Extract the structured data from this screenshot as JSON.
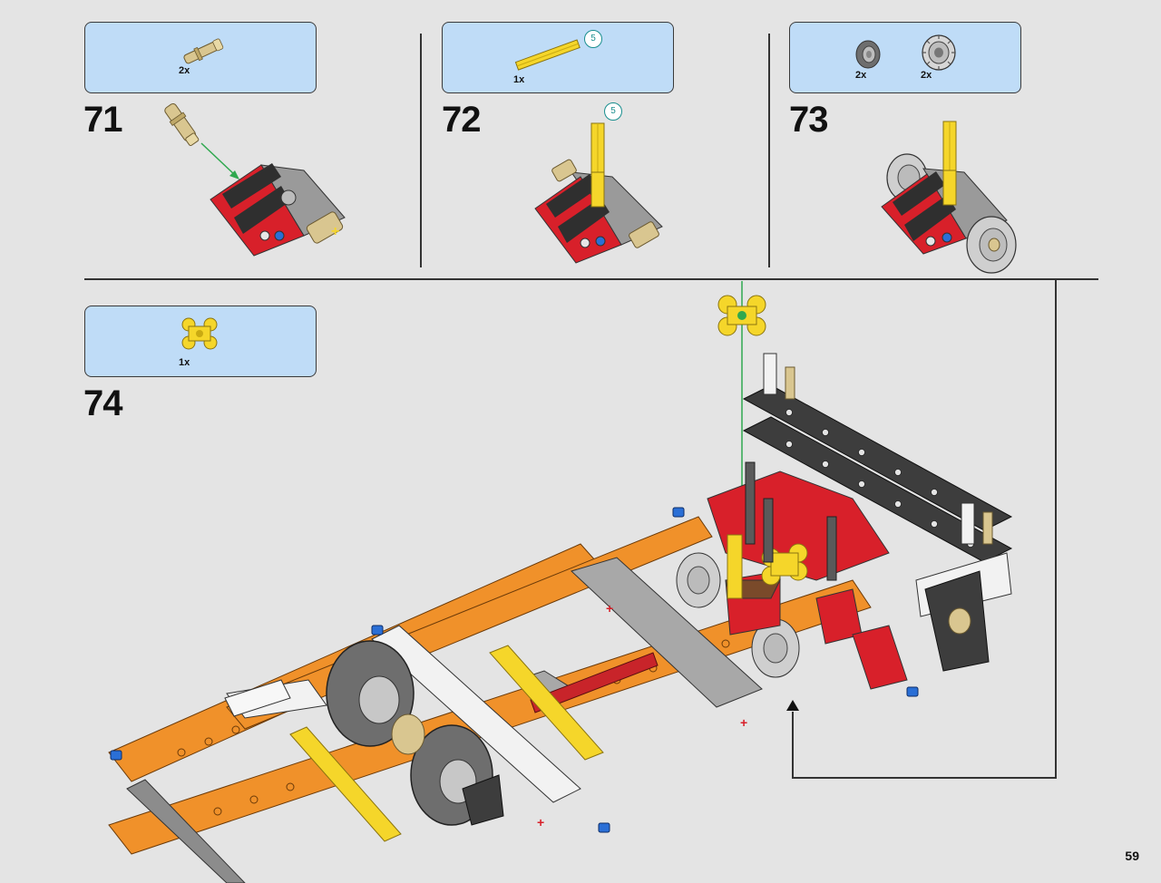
{
  "page": {
    "number": "59"
  },
  "steps": [
    {
      "number": "71",
      "parts": [
        {
          "qty": "2x",
          "icon": "friction-axle-pin-icon"
        }
      ]
    },
    {
      "number": "72",
      "parts": [
        {
          "qty": "1x",
          "icon": "yellow-axle-5-icon",
          "length": "5"
        }
      ],
      "axle_length_callout": "5"
    },
    {
      "number": "73",
      "parts": [
        {
          "qty": "2x",
          "icon": "small-tire-icon"
        },
        {
          "qty": "2x",
          "icon": "wheel-rim-icon"
        }
      ]
    },
    {
      "number": "74",
      "parts": [
        {
          "qty": "1x",
          "icon": "yellow-hub-connector-icon"
        }
      ]
    }
  ],
  "colors": {
    "parts_box": "#bfdcf7",
    "background": "#e4e4e4",
    "orange_frame": "#f0912a",
    "red_part": "#d8202a",
    "yellow_part": "#f5d62a",
    "dark_grey": "#3d3d3d",
    "arrow_green": "#2fa84f"
  }
}
